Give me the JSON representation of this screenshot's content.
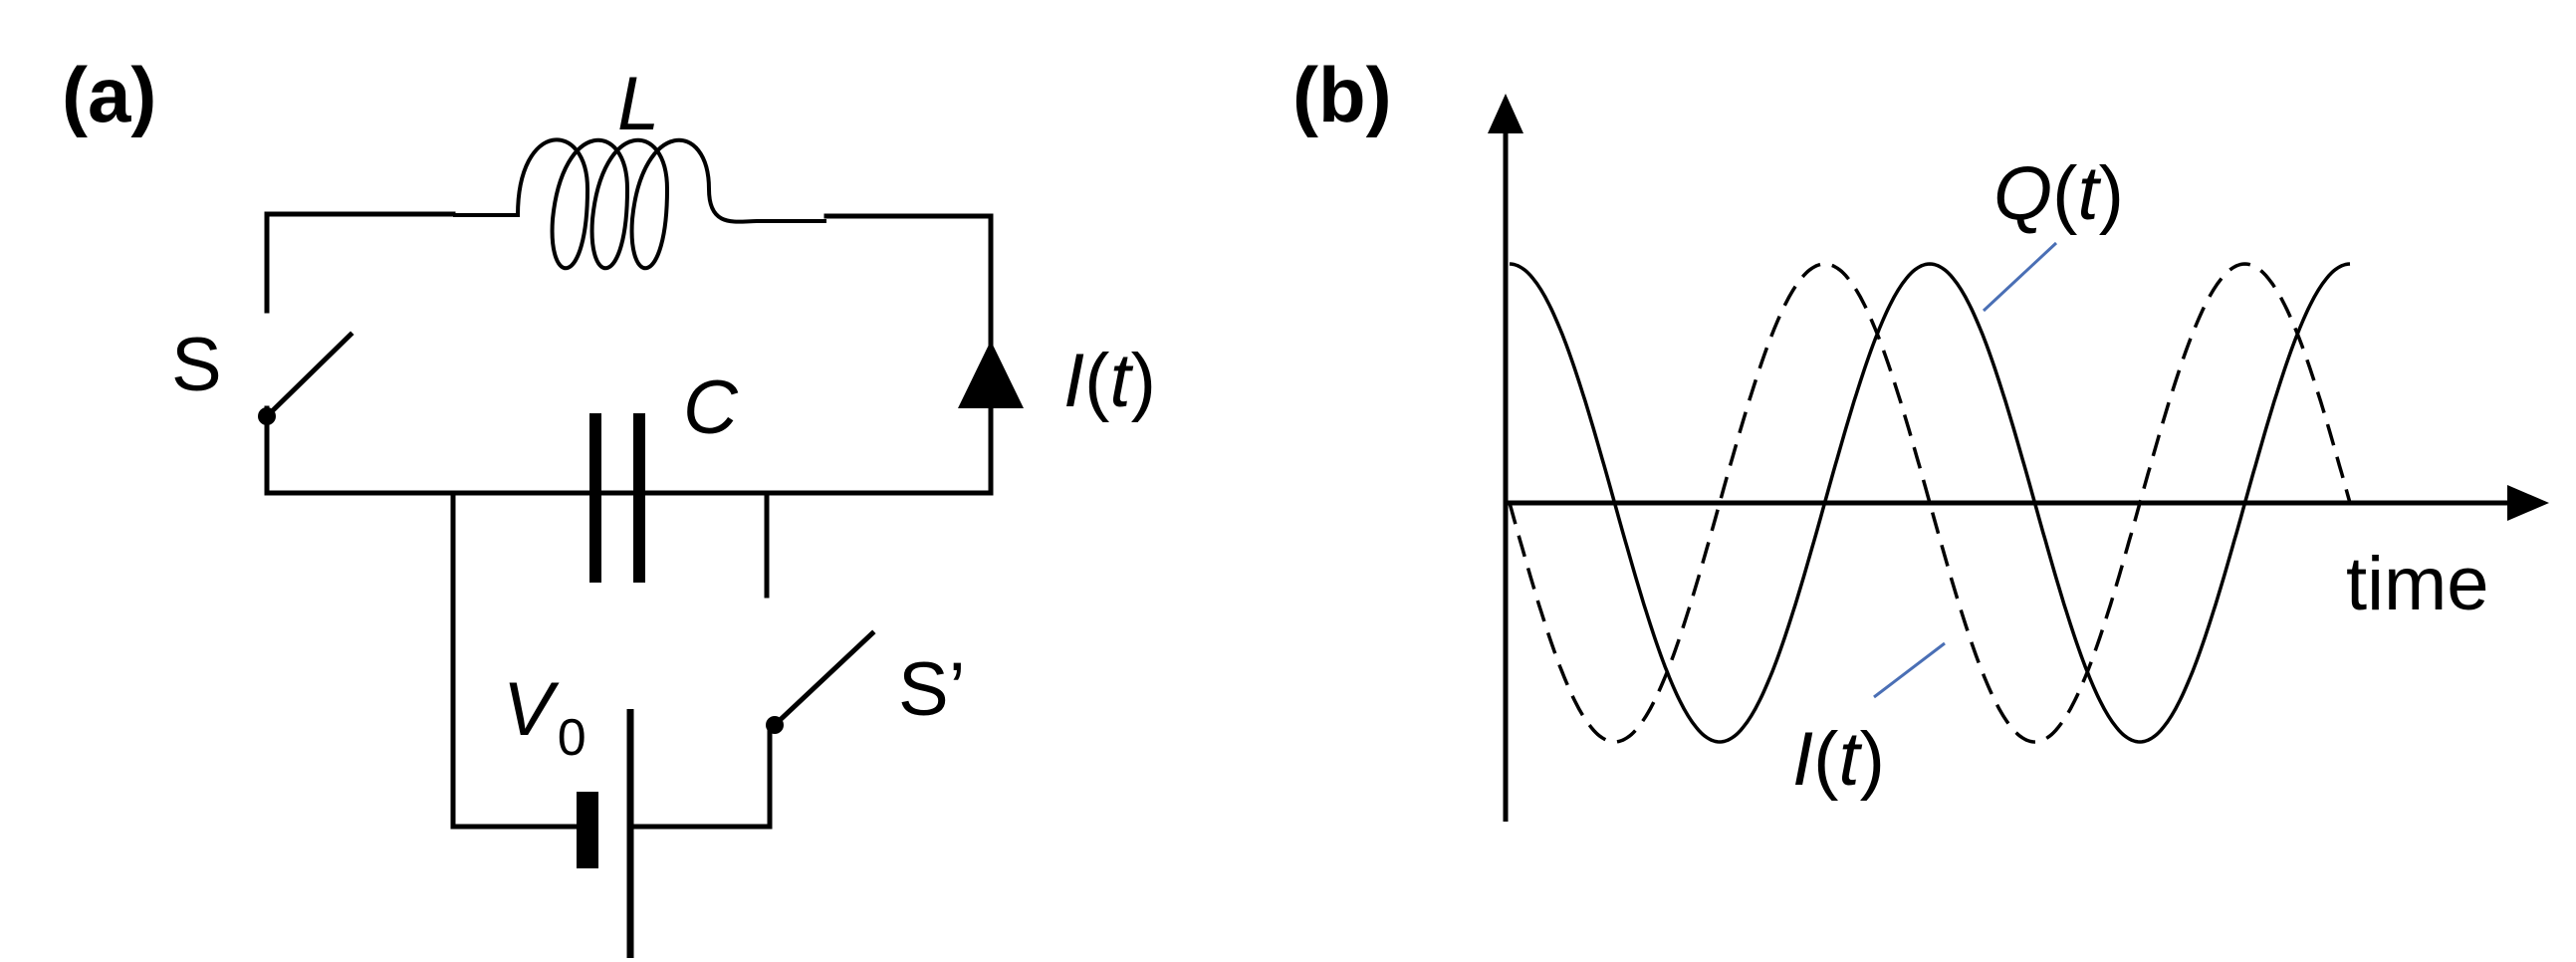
{
  "panel_a": {
    "label": "(a)",
    "inductor_label": "L",
    "capacitor_label": "C",
    "switch_s_label": "S",
    "switch_s_prime_label": "S’",
    "battery_label": "V",
    "battery_subscript": "0",
    "current_label": {
      "prefix": "I",
      "open": "(",
      "var": "t",
      "close": ")"
    }
  },
  "panel_b": {
    "label": "(b)",
    "x_axis_label": "time",
    "q_label": {
      "prefix": "Q",
      "open": "(",
      "var": "t",
      "close": ")"
    },
    "i_label": {
      "prefix": "I",
      "open": "(",
      "var": "t",
      "close": ")"
    }
  },
  "chart_data": {
    "type": "line",
    "xlabel": "time",
    "ylabel": "",
    "series": [
      {
        "name": "Q(t)",
        "function": "cos",
        "cycles": 2,
        "phase": 0,
        "line_style": "solid"
      },
      {
        "name": "I(t)",
        "function": "-sin",
        "cycles": 2,
        "phase": 0,
        "line_style": "dashed"
      }
    ],
    "grid": false
  }
}
